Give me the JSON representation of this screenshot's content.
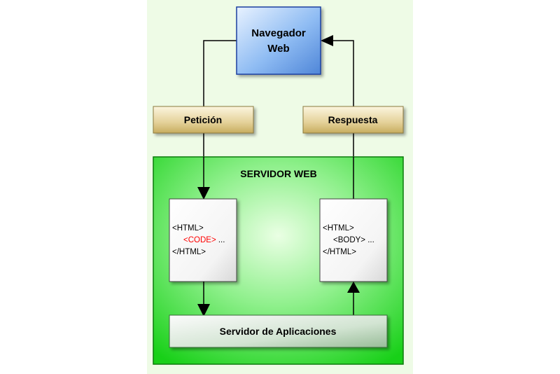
{
  "browser": {
    "line1": "Navegador",
    "line2": "Web"
  },
  "request_label": "Petición",
  "response_label": "Respuesta",
  "server_title": "SERVIDOR WEB",
  "source_doc": {
    "line1": "<HTML>",
    "code_tag": "<CODE>",
    "code_rest": " ...",
    "line3": "</HTML>"
  },
  "output_doc": {
    "line1": "<HTML>",
    "line2": "<BODY> ...",
    "line3": "</HTML>"
  },
  "app_server": "Servidor de Aplicaciones",
  "colors": {
    "browser_fill": "#7fb2f0",
    "label_fill": "#e2cf96",
    "server_fill": "#3ed93e",
    "code_red": "#ff0000",
    "panel_bg": "#eefbe6"
  }
}
